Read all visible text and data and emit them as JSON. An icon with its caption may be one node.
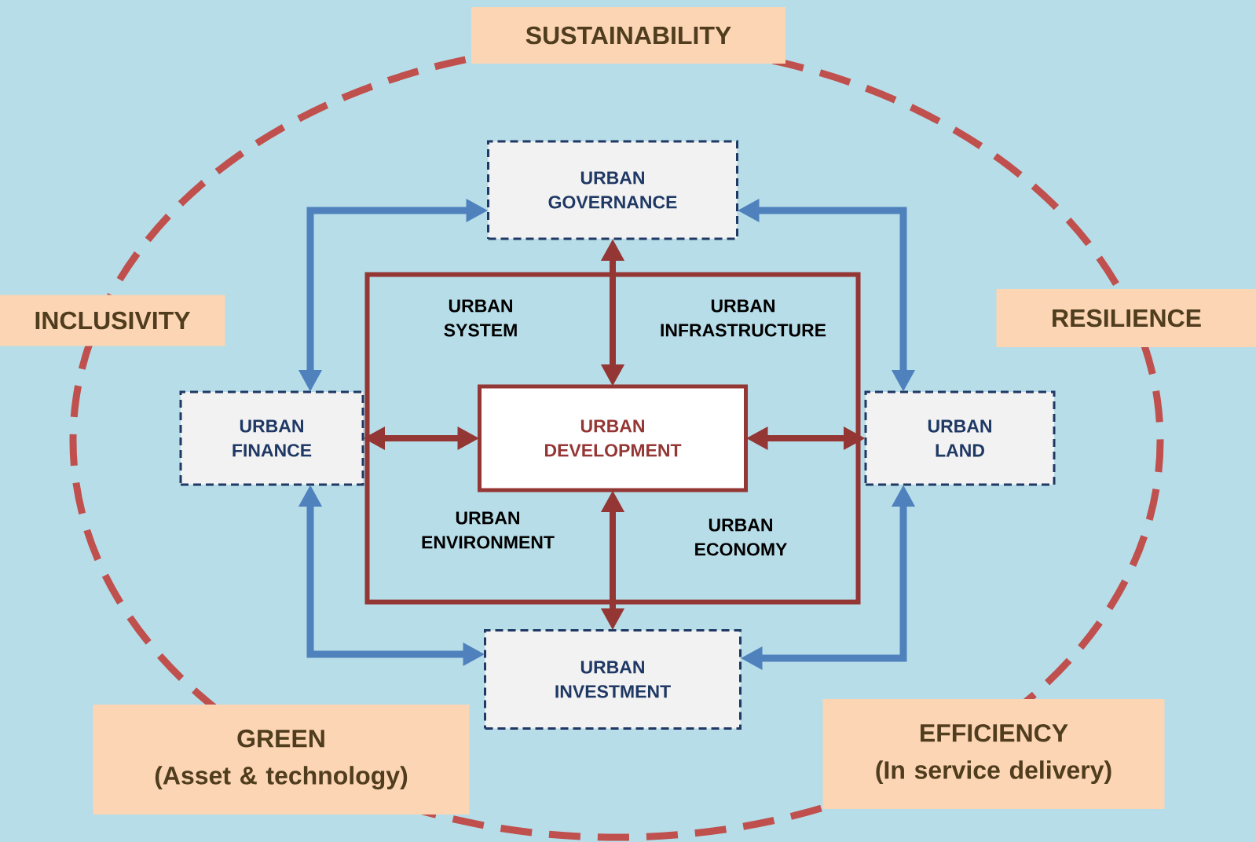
{
  "diagram": {
    "nodes": [
      {
        "text": [
          "SUSTAINABILITY"
        ]
      },
      {
        "text": [
          "INCLUSIVITY"
        ]
      },
      {
        "text": [
          "RESILIENCE"
        ]
      },
      {
        "text": [
          "GREEN",
          "(Asset & technology)"
        ]
      },
      {
        "text": [
          "EFFICIENCY",
          "(In service delivery)"
        ]
      },
      {
        "text": [
          "URBAN SYSTEM",
          "URBAN INFRASTRUCTURE",
          "URBAN ENVIRONMENT",
          "URBAN ECONOMY"
        ]
      },
      {
        "text": [
          "URBAN GOVERNANCE"
        ]
      },
      {
        "text": [
          "URBAN FINANCE"
        ]
      },
      {
        "text": [
          "URBAN DEVELOPMENT"
        ],
        "in": 5
      },
      {
        "text": [
          "URBAN LAND"
        ]
      },
      {
        "text": [
          "URBAN INVESTMENT"
        ]
      }
    ],
    "edges": [
      {
        "from": 7,
        "to": 6,
        "arrow": "both"
      },
      {
        "from": 9,
        "to": 6,
        "arrow": "both"
      },
      {
        "from": 7,
        "to": 10,
        "arrow": "both"
      },
      {
        "from": 9,
        "to": 10,
        "arrow": "both"
      },
      {
        "from": 6,
        "to": 8,
        "arrow": "both",
        "color": "#943634"
      },
      {
        "from": 8,
        "to": 10,
        "arrow": "both",
        "color": "#943634"
      },
      {
        "from": 7,
        "to": 8,
        "arrow": "both",
        "color": "#943634"
      },
      {
        "from": 8,
        "to": 9,
        "arrow": "both",
        "color": "#943634"
      }
    ]
  }
}
